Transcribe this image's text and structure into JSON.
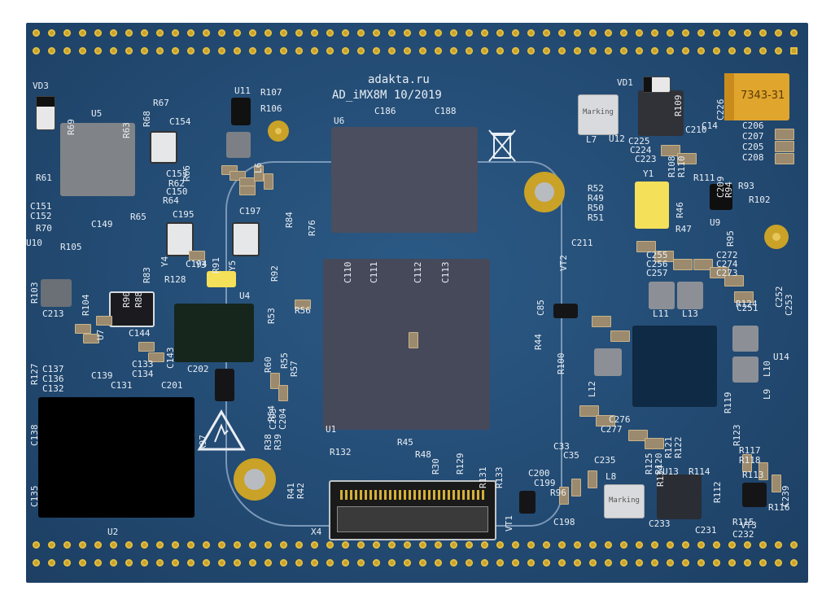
{
  "board": {
    "brand": "adakta.ru",
    "model": "AD_iMX8M 10/2019",
    "colors": {
      "mask": "#234b73",
      "pad": "#c9a227",
      "silk": "#e9eef4"
    }
  },
  "parts": {
    "u1": "U1",
    "u2": "U2",
    "u4": "U4",
    "u5": "U5",
    "u6": "U6",
    "u7": "U7",
    "u9": "U9",
    "u10": "U10",
    "u11": "U11",
    "u12": "U12",
    "u13": "U13",
    "u14": "U14",
    "x4": "X4",
    "vd1": "VD1",
    "vd3": "VD3",
    "vt1": "VT1",
    "vt2": "VT2",
    "vt3": "VT3",
    "y1": "Y1",
    "y3": "Y3",
    "y4": "Y4",
    "y5": "Y5",
    "l6": "L6",
    "l7": "L7",
    "l8": "L8",
    "l9": "L9",
    "l10": "L10",
    "l11": "L11",
    "l12": "L12",
    "l13": "L13",
    "c14": "C14",
    "c186": "C186",
    "c188": "C188",
    "c110": "C110",
    "c111": "C111",
    "c112": "C112",
    "c113": "C113",
    "c154": "C154",
    "c153": "C153",
    "c150": "C150",
    "c149": "C149",
    "c151": "C151",
    "c152": "C152",
    "c195": "C195",
    "c197": "C197",
    "c194": "C194",
    "c143": "C143",
    "c144": "C144",
    "c139": "C139",
    "c131": "C131",
    "c133": "C133",
    "c134": "C134",
    "c201": "C201",
    "c202": "C202",
    "c203": "C203",
    "c204": "C204",
    "c137": "C137",
    "c136": "C136",
    "c132": "C132",
    "c138": "C138",
    "c135": "C135",
    "c213": "C213",
    "c210": "C210",
    "c209": "C209",
    "c206": "C206",
    "c207": "C207",
    "c205": "C205",
    "c208": "C208",
    "c226": "C226",
    "c225": "C225",
    "c224": "C224",
    "c223": "C223",
    "c211": "C211",
    "c85": "C85",
    "c33": "C33",
    "c35": "C35",
    "c199": "C199",
    "c198": "C198",
    "c200": "C200",
    "c233": "C233",
    "c231": "C231",
    "c232": "C232",
    "c239": "C239",
    "c235": "C235",
    "c276": "C276",
    "c277": "C277",
    "c251": "C251",
    "c252": "C252",
    "c253": "C253",
    "c255": "C255",
    "c256": "C256",
    "c257": "C257",
    "c272": "C272",
    "c274": "C274",
    "c273": "C273",
    "r69": "R69",
    "r63": "R63",
    "r68": "R68",
    "r67": "R67",
    "r61": "R61",
    "r66": "R66",
    "r65": "R65",
    "r64": "R64",
    "r62": "R62",
    "r70": "R70",
    "r105": "R105",
    "r104": "R104",
    "r103": "R103",
    "r90": "R90",
    "r88": "R88",
    "r83": "R83",
    "r128": "R128",
    "r91": "R91",
    "r92": "R92",
    "r107": "R107",
    "r106": "R106",
    "r84": "R84",
    "r76": "R76",
    "r53": "R53",
    "r56": "R56",
    "r57": "R57",
    "r55": "R55",
    "r60": "R60",
    "r54": "R54",
    "r38": "R38",
    "r39": "R39",
    "r97": "R97",
    "r41": "R41",
    "r42": "R42",
    "r132": "R132",
    "r45": "R45",
    "r48": "R48",
    "r30": "R30",
    "r129": "R129",
    "r131": "R131",
    "r133": "R133",
    "r44": "R44",
    "r100": "R100",
    "r52": "R52",
    "r49": "R49",
    "r50": "R50",
    "r51": "R51",
    "r46": "R46",
    "r47": "R47",
    "r109": "R109",
    "r108": "R108",
    "r110": "R110",
    "r111": "R111",
    "r94": "R94",
    "r93": "R93",
    "r102": "R102",
    "r95": "R95",
    "r124": "R124",
    "r119": "R119",
    "r123": "R123",
    "r121": "R121",
    "r122": "R122",
    "r125": "R125",
    "r120": "R120",
    "r96": "R96",
    "r114": "R114",
    "r115": "R115",
    "r116": "R116",
    "r117": "R117",
    "r118": "R118",
    "r112": "R112",
    "r113": "R113",
    "r134": "R134",
    "r127": "R127"
  },
  "marks": {
    "tantalum": "7343-31",
    "marking1": "Marking",
    "marking2": "Marking"
  },
  "icons": {
    "esd": "esd-warning-icon",
    "weee": "weee-bin-icon"
  }
}
